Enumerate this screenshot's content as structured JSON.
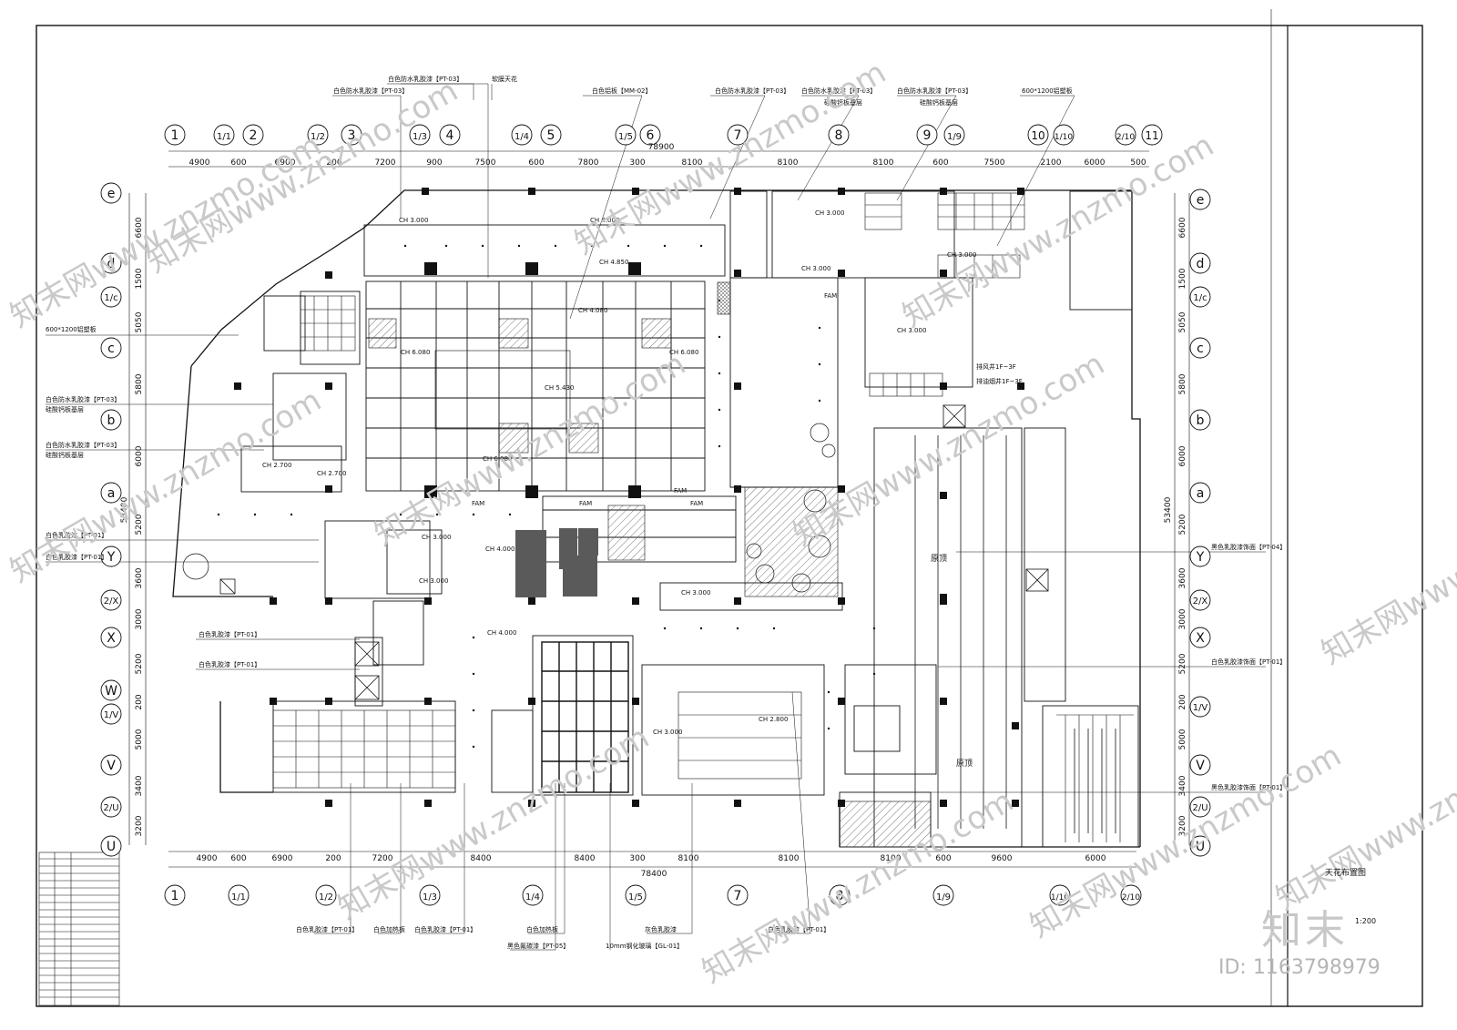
{
  "sheet": {
    "title": "天花布置图",
    "scale_label": "1:200",
    "brand_logo": "知末",
    "id_text": "ID: 1163798979"
  },
  "watermarks": [
    "知末网www.znzmo.com"
  ],
  "grid_top": [
    "1",
    "1/1",
    "2",
    "1/2",
    "3",
    "1/3",
    "4",
    "1/4",
    "5",
    "1/5",
    "6",
    "7",
    "8",
    "9",
    "1/9",
    "10",
    "1/10",
    "2/10",
    "11"
  ],
  "grid_bottom": [
    "1",
    "1/1",
    "1/2",
    "1/3",
    "1/4",
    "1/5",
    "7",
    "8",
    "1/9",
    "1/10",
    "2/10"
  ],
  "grid_left": [
    "e",
    "d",
    "1/c",
    "c",
    "b",
    "a",
    "Y",
    "2/X",
    "X",
    "W",
    "1/V",
    "V",
    "2/U",
    "U"
  ],
  "grid_right": [
    "e",
    "d",
    "1/c",
    "c",
    "b",
    "a",
    "Y",
    "2/X",
    "X",
    "1/V",
    "V",
    "2/U",
    "U"
  ],
  "dims_top": [
    "4900",
    "600",
    "6900",
    "200",
    "7200",
    "900",
    "7500",
    "600",
    "7800",
    "300",
    "8100",
    "8100",
    "8100",
    "600",
    "7500",
    "2100",
    "6000",
    "500"
  ],
  "dims_top_total": "78900",
  "dims_bottom": [
    "4900",
    "600",
    "6900",
    "200",
    "7200",
    "8400",
    "8400",
    "300",
    "8100",
    "8100",
    "8100",
    "600",
    "9600",
    "6000"
  ],
  "dims_bottom_total": "78400",
  "dims_left": [
    "6600",
    "1500",
    "5050",
    "5800",
    "6000",
    "5200",
    "3600",
    "3000",
    "5200",
    "200",
    "5000",
    "3400",
    "3200"
  ],
  "dims_left_total": "53400",
  "dims_right": [
    "6600",
    "1500",
    "5050",
    "5800",
    "6000",
    "5200",
    "3600",
    "3000",
    "5200",
    "200",
    "5000",
    "3400",
    "3200"
  ],
  "dims_right_total": "53400",
  "labels_top": [
    "白色防水乳胶漆【PT-03】",
    "软膜天花",
    "白色防水乳胶漆【PT-03】",
    "白色铝板【MM-02】",
    "白色防水乳胶漆【PT-03】",
    "白色防水乳胶漆【PT-03】",
    "硅酸钙板基层",
    "白色防水乳胶漆【PT-03】",
    "硅酸钙板基层",
    "600*1200铝塑板"
  ],
  "labels_left": [
    "600*1200铝塑板",
    "白色防水乳胶漆【PT-03】",
    "硅酸钙板基层",
    "白色防水乳胶漆【PT-03】",
    "硅酸钙板基层",
    "白色乳胶漆【PT-01】",
    "白色乳胶漆【PT-01】",
    "白色乳胶漆【PT-01】",
    "白色乳胶漆【PT-01】"
  ],
  "labels_right": [
    "黑色乳胶漆饰面【PT-04】",
    "白色乳胶漆饰面【PT-01】",
    "黑色乳胶漆饰面【PT-01】"
  ],
  "labels_bottom": [
    "白色乳胶漆【PT-01】",
    "白色加热板",
    "白色乳胶漆【PT-01】",
    "白色加热板",
    "黑色氟碳漆【PT-05】",
    "10mm钢化玻璃【GL-01】",
    "灰色乳胶漆",
    "白色乳胶漆【PT-01】"
  ],
  "ceiling_heights": [
    "CH 3.000",
    "CH 4.000",
    "CH 4.850",
    "CH 4.080",
    "CH 6.080",
    "CH 5.430",
    "CH 6.080",
    "CH 6.080",
    "CH 3.000",
    "CH 3.000",
    "CH 3.000",
    "CH 2.700",
    "CH 2.700",
    "CH 4.000",
    "CH 3.000",
    "CH 4.000",
    "CH 3.000",
    "CH 2.800",
    "CH 3.000",
    "CH 3.000",
    "CH 3.000"
  ],
  "room_tags": [
    "FAM",
    "FAM",
    "FAM",
    "FAM",
    "FAM"
  ],
  "room_labels": {
    "exposed_ceiling_1": "原顶",
    "exposed_ceiling_2": "原顶",
    "shaft_1": "排风井1F~3F",
    "shaft_2": "排油烟井1F~3F"
  },
  "colors": {
    "line": "#111111",
    "hatch": "#555555",
    "fill_dark": "#5a5a5a",
    "watermark": "#c9c9c9"
  }
}
